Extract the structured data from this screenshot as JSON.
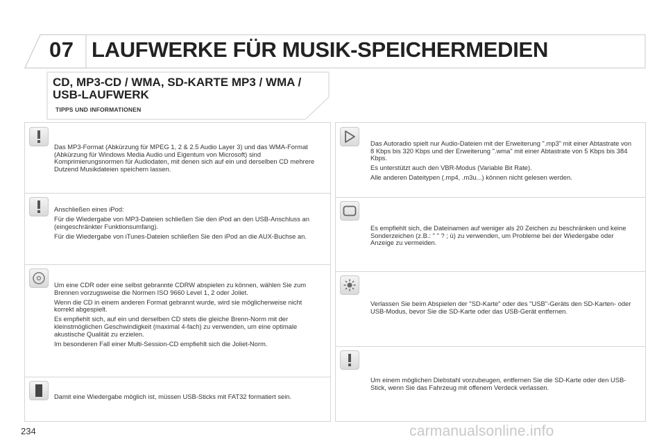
{
  "header": {
    "chapter_number": "07",
    "chapter_title": "LAUFWERKE FÜR MUSIK-SPEICHERMEDIEN"
  },
  "section": {
    "title_line1": "CD, MP3-CD / WMA, SD-KARTE MP3 / WMA /",
    "title_line2": "USB-LAUFWERK",
    "subtitle": "TIPPS UND INFORMATIONEN"
  },
  "left_boxes": [
    {
      "icon": "exclamation-icon",
      "paragraphs": [
        "Das MP3-Format (Abkürzung für MPEG 1, 2 & 2.5 Audio Layer 3) und das WMA-Format (Abkürzung für Windows Media Audio und Eigentum von Microsoft) sind Komprimierungsnormen für Audiodaten, mit denen sich auf ein und derselben CD mehrere Dutzend Musikdateien speichern lassen."
      ]
    },
    {
      "icon": "exclamation-icon",
      "paragraphs": [
        "Anschließen eines iPod:",
        "Für die Wiedergabe von MP3-Dateien schließen Sie den iPod an den USB-Anschluss an (eingeschränkter Funktionsumfang).",
        "Für die Wiedergabe von iTunes-Dateien schließen Sie den iPod an die AUX-Buchse an."
      ]
    },
    {
      "icon": "cd-icon",
      "paragraphs": [
        "Um eine CDR oder eine selbst gebrannte CDRW abspielen zu können, wählen Sie zum Brennen vorzugsweise die Normen ISO 9660 Level 1, 2 oder Joliet.",
        "Wenn die CD in einem anderen Format gebrannt wurde, wird sie möglicherweise nicht korrekt abgespielt.",
        "Es empfiehlt sich, auf ein und derselben CD stets die gleiche Brenn-Norm mit der kleinstmöglichen Geschwindigkeit (maximal 4-fach) zu verwenden, um eine optimale akustische Qualität zu erzielen.",
        "Im besonderen Fall einer Multi-Session-CD empfiehlt sich die Joliet-Norm."
      ]
    },
    {
      "icon": "usb-stick-icon",
      "paragraphs": [
        "Damit eine Wiedergabe möglich ist, müssen USB-Sticks mit FAT32 formatiert sein."
      ]
    }
  ],
  "right_boxes": [
    {
      "icon": "play-icon",
      "paragraphs": [
        "Das Autoradio spielt nur Audio-Dateien mit der Erweiterung \".mp3\" mit einer Abtastrate von 8 Kbps bis 320 Kbps und der Erweiterung \".wma\" mit einer Abtastrate von 5 Kbps bis 384 Kbps.",
        "Es unterstützt auch den VBR-Modus (Variable Bit Rate).",
        "Alle anderen Dateitypen (.mp4, .m3u...) können nicht gelesen werden."
      ]
    },
    {
      "icon": "screen-icon",
      "paragraphs": [
        "Es empfiehlt sich, die Dateinamen auf weniger als 20 Zeichen zu beschränken und keine Sonderzeichen (z.B.: \" \" ? ; ù) zu verwenden, um Probleme bei der Wiedergabe oder Anzeige zu vermeiden."
      ]
    },
    {
      "icon": "sun-icon",
      "paragraphs": [
        "Verlassen Sie beim Abspielen der \"SD-Karte\" oder des \"USB\"-Geräts den SD-Karten- oder USB-Modus, bevor Sie die SD-Karte oder das USB-Gerät entfernen."
      ]
    },
    {
      "icon": "exclamation-icon",
      "paragraphs": [
        "Um einem möglichen Diebstahl vorzubeugen, entfernen Sie die SD-Karte oder den USB-Stick, wenn Sie das Fahrzeug mit offenem Verdeck verlassen."
      ]
    }
  ],
  "footer": {
    "page_number": "234",
    "watermark": "carmanualsonline.info"
  }
}
